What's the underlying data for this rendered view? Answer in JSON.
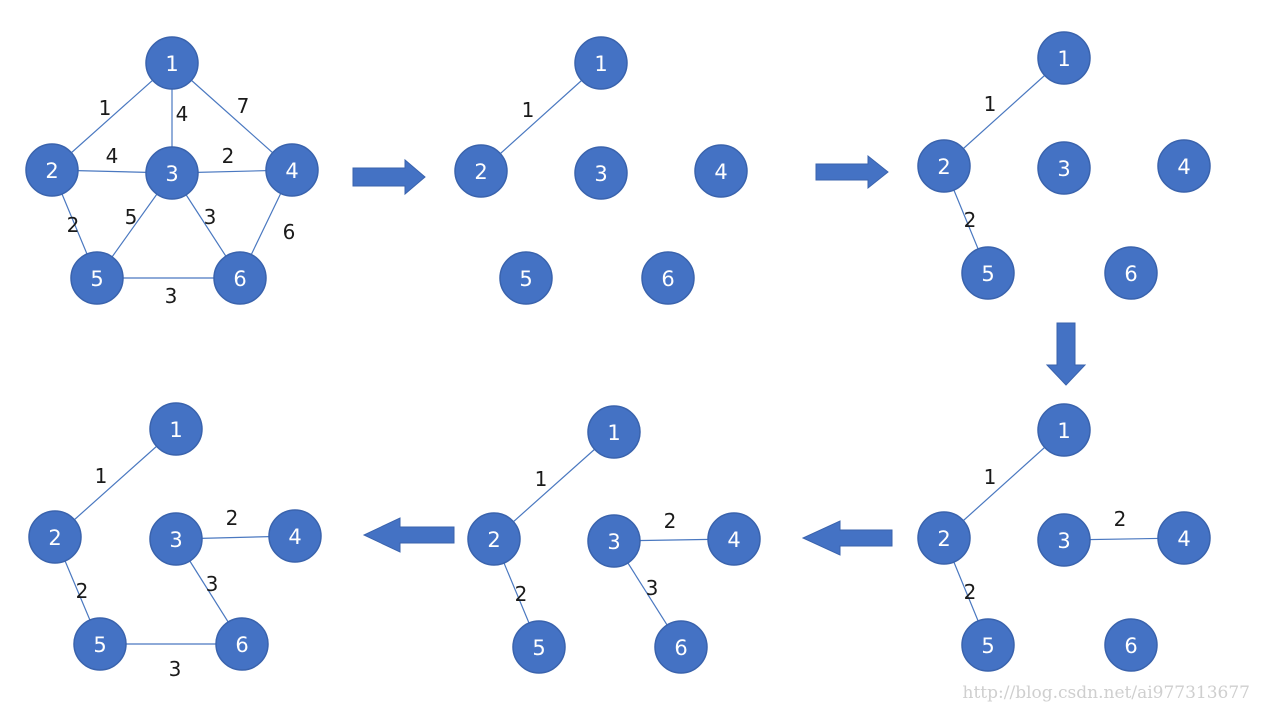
{
  "colors": {
    "node": "#4472c4",
    "edge": "#4a78c0",
    "arrow": "#4472c4",
    "text": "#1a1a1a"
  },
  "panels": [
    {
      "id": "original-graph",
      "nodes": [
        {
          "id": "1",
          "label": "1"
        },
        {
          "id": "2",
          "label": "2"
        },
        {
          "id": "3",
          "label": "3"
        },
        {
          "id": "4",
          "label": "4"
        },
        {
          "id": "5",
          "label": "5"
        },
        {
          "id": "6",
          "label": "6"
        }
      ],
      "edges": [
        {
          "from": "1",
          "to": "2",
          "weight": "1"
        },
        {
          "from": "1",
          "to": "3",
          "weight": "4"
        },
        {
          "from": "1",
          "to": "4",
          "weight": "7"
        },
        {
          "from": "2",
          "to": "3",
          "weight": "4"
        },
        {
          "from": "3",
          "to": "4",
          "weight": "2"
        },
        {
          "from": "2",
          "to": "5",
          "weight": "2"
        },
        {
          "from": "3",
          "to": "5",
          "weight": "5"
        },
        {
          "from": "3",
          "to": "6",
          "weight": "3"
        },
        {
          "from": "4",
          "to": "6",
          "weight": "6"
        },
        {
          "from": "5",
          "to": "6",
          "weight": "3"
        }
      ]
    },
    {
      "id": "step-1",
      "nodes": [
        {
          "id": "1",
          "label": "1"
        },
        {
          "id": "2",
          "label": "2"
        },
        {
          "id": "3",
          "label": "3"
        },
        {
          "id": "4",
          "label": "4"
        },
        {
          "id": "5",
          "label": "5"
        },
        {
          "id": "6",
          "label": "6"
        }
      ],
      "edges": [
        {
          "from": "1",
          "to": "2",
          "weight": "1"
        }
      ]
    },
    {
      "id": "step-2",
      "nodes": [
        {
          "id": "1",
          "label": "1"
        },
        {
          "id": "2",
          "label": "2"
        },
        {
          "id": "3",
          "label": "3"
        },
        {
          "id": "4",
          "label": "4"
        },
        {
          "id": "5",
          "label": "5"
        },
        {
          "id": "6",
          "label": "6"
        }
      ],
      "edges": [
        {
          "from": "1",
          "to": "2",
          "weight": "1"
        },
        {
          "from": "2",
          "to": "5",
          "weight": "2"
        }
      ]
    },
    {
      "id": "step-3",
      "nodes": [
        {
          "id": "1",
          "label": "1"
        },
        {
          "id": "2",
          "label": "2"
        },
        {
          "id": "3",
          "label": "3"
        },
        {
          "id": "4",
          "label": "4"
        },
        {
          "id": "5",
          "label": "5"
        },
        {
          "id": "6",
          "label": "6"
        }
      ],
      "edges": [
        {
          "from": "1",
          "to": "2",
          "weight": "1"
        },
        {
          "from": "2",
          "to": "5",
          "weight": "2"
        },
        {
          "from": "3",
          "to": "4",
          "weight": "2"
        }
      ]
    },
    {
      "id": "step-4",
      "nodes": [
        {
          "id": "1",
          "label": "1"
        },
        {
          "id": "2",
          "label": "2"
        },
        {
          "id": "3",
          "label": "3"
        },
        {
          "id": "4",
          "label": "4"
        },
        {
          "id": "5",
          "label": "5"
        },
        {
          "id": "6",
          "label": "6"
        }
      ],
      "edges": [
        {
          "from": "1",
          "to": "2",
          "weight": "1"
        },
        {
          "from": "2",
          "to": "5",
          "weight": "2"
        },
        {
          "from": "3",
          "to": "4",
          "weight": "2"
        },
        {
          "from": "3",
          "to": "6",
          "weight": "3"
        }
      ]
    },
    {
      "id": "final-tree",
      "nodes": [
        {
          "id": "1",
          "label": "1"
        },
        {
          "id": "2",
          "label": "2"
        },
        {
          "id": "3",
          "label": "3"
        },
        {
          "id": "4",
          "label": "4"
        },
        {
          "id": "5",
          "label": "5"
        },
        {
          "id": "6",
          "label": "6"
        }
      ],
      "edges": [
        {
          "from": "1",
          "to": "2",
          "weight": "1"
        },
        {
          "from": "2",
          "to": "5",
          "weight": "2"
        },
        {
          "from": "3",
          "to": "4",
          "weight": "2"
        },
        {
          "from": "3",
          "to": "6",
          "weight": "3"
        },
        {
          "from": "5",
          "to": "6",
          "weight": "3"
        }
      ]
    }
  ],
  "arrows": [
    {
      "id": "original-graph-to-step-1",
      "direction": "right"
    },
    {
      "id": "step-1-to-step-2",
      "direction": "right"
    },
    {
      "id": "step-2-to-step-3",
      "direction": "down"
    },
    {
      "id": "step-3-to-step-4",
      "direction": "left"
    },
    {
      "id": "step-4-to-final-tree",
      "direction": "left"
    }
  ],
  "watermark": "http://blog.csdn.net/ai977313677"
}
